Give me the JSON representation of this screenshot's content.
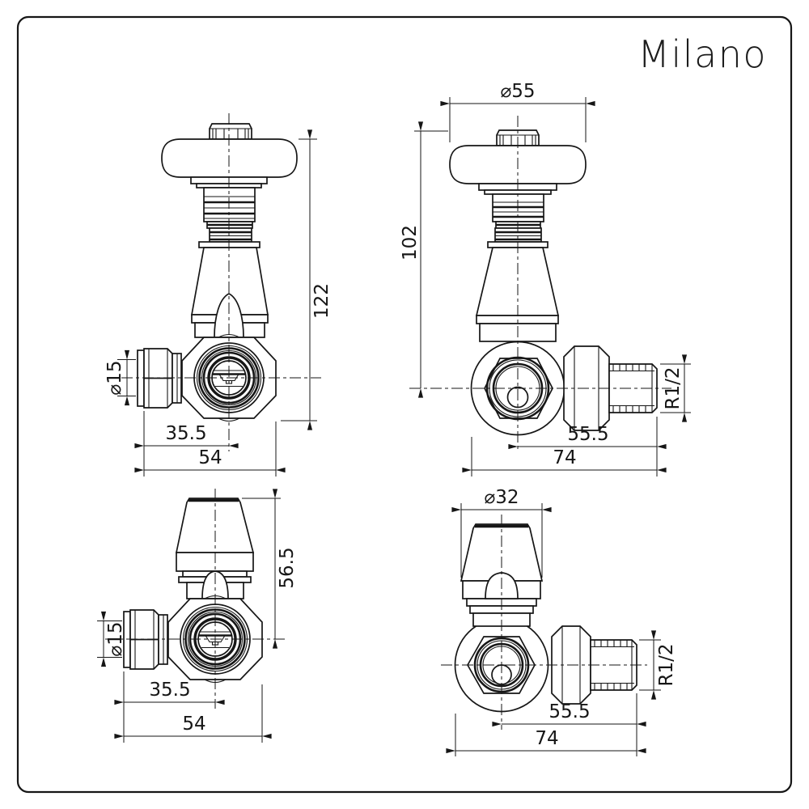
{
  "brand": {
    "logo_text": "Milano"
  },
  "views": {
    "wheelhead_front": {
      "title": "wheelhead valve front view",
      "dims": {
        "overall_height": "122",
        "inlet_diameter": "⌀15",
        "inlet_to_center": "35.5",
        "overall_width": "54"
      }
    },
    "wheelhead_side": {
      "title": "wheelhead valve side view",
      "dims": {
        "head_diameter": "⌀55",
        "top_to_center": "102",
        "outlet_thread": "R1/2",
        "center_to_outlet": "55.5",
        "overall_depth": "74"
      }
    },
    "lockshield_front": {
      "title": "lockshield valve front view",
      "dims": {
        "cap_to_center": "56.5",
        "inlet_diameter": "⌀15",
        "inlet_to_center": "35.5",
        "overall_width": "54"
      }
    },
    "lockshield_side": {
      "title": "lockshield valve side view",
      "dims": {
        "cap_diameter": "⌀32",
        "outlet_thread": "R1/2",
        "center_to_outlet": "55.5",
        "overall_depth": "74"
      }
    }
  }
}
